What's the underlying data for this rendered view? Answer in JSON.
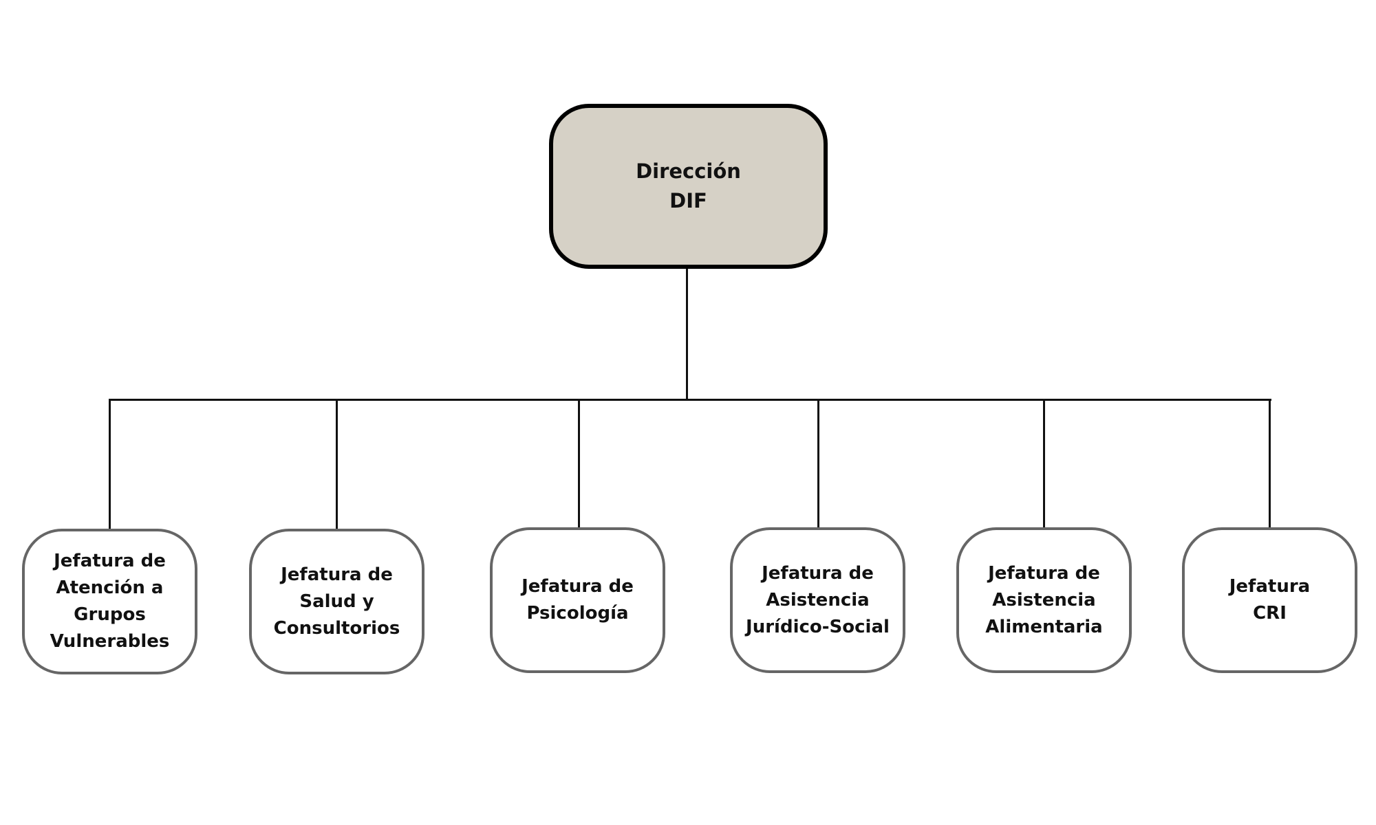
{
  "root": {
    "label": "Dirección\nDIF"
  },
  "children": [
    {
      "label": "Jefatura de\nAtención a\nGrupos\nVulnerables"
    },
    {
      "label": "Jefatura de\nSalud y\nConsultorios"
    },
    {
      "label": "Jefatura de\nPsicología"
    },
    {
      "label": "Jefatura de\nAsistencia\nJurídico-Social"
    },
    {
      "label": "Jefatura de\nAsistencia\nAlimentaria"
    },
    {
      "label": "Jefatura\nCRI"
    }
  ],
  "colors": {
    "root_fill": "#d6d1c6",
    "child_border": "#666666",
    "connector": "#111111"
  }
}
